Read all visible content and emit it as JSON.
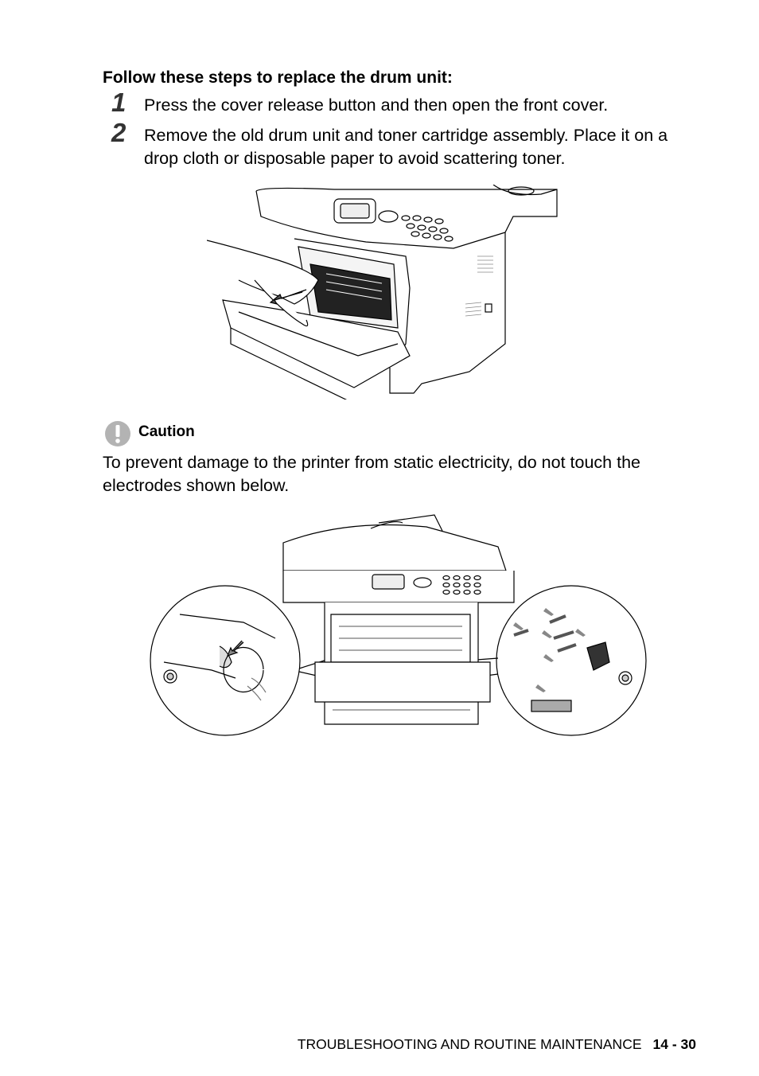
{
  "heading": "Follow these steps to replace the drum unit:",
  "steps": [
    {
      "number": "1",
      "text": "Press the cover release button and then open the front cover."
    },
    {
      "number": "2",
      "text": "Remove the old drum unit and toner cartridge assembly. Place it on a drop cloth or disposable paper to avoid scattering toner."
    }
  ],
  "caution": {
    "icon": "exclamation-icon",
    "label": "Caution",
    "text": "To prevent damage to the printer from static electricity, do not touch the electrodes shown below."
  },
  "footer": {
    "section": "TROUBLESHOOTING AND ROUTINE MAINTENANCE",
    "page": "14 - 30"
  }
}
